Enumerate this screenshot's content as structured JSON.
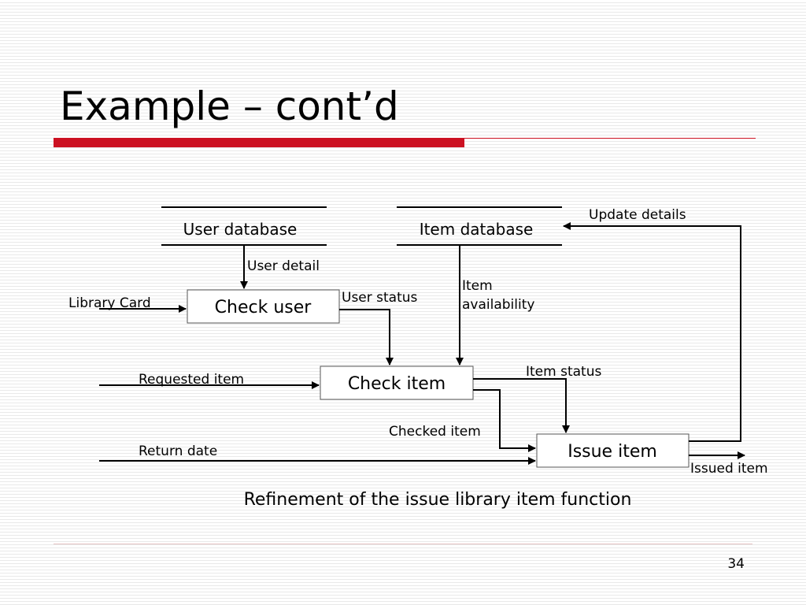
{
  "slide": {
    "title": "Example – cont’d",
    "caption": "Refinement of the issue library item function",
    "page_number": "34",
    "accent_color": "#cc1122"
  },
  "diagram": {
    "stores": {
      "user_db": "User database",
      "item_db": "Item database"
    },
    "processes": {
      "check_user": "Check user",
      "check_item": "Check item",
      "issue_item": "Issue item"
    },
    "flows": {
      "library_card": "Library Card",
      "user_detail": "User detail",
      "user_status": "User status",
      "item_availability": [
        "Item",
        "availability"
      ],
      "update_details": "Update details",
      "requested_item": "Requested item",
      "item_status": "Item status",
      "checked_item": "Checked item",
      "return_date": "Return date",
      "issued_item": "Issued item"
    }
  }
}
